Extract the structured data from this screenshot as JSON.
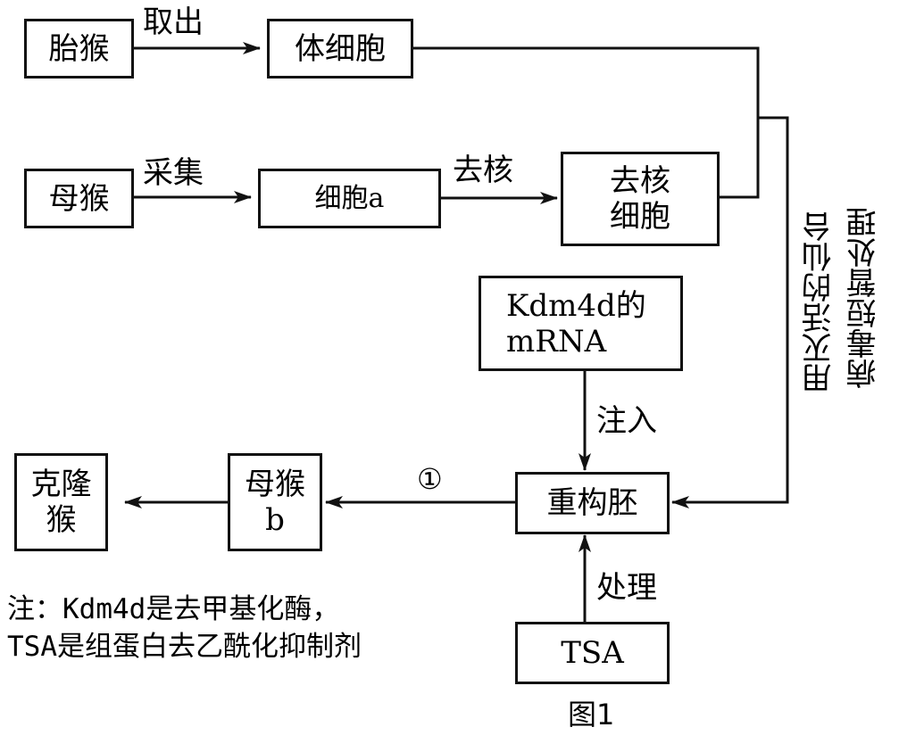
{
  "figure": {
    "caption": "图1",
    "nodes": {
      "fetal_monkey": "胎猴",
      "somatic_cell": "体细胞",
      "mother_monkey": "母猴",
      "cell_a": "细胞a",
      "enucleated_cell_line1": "去核",
      "enucleated_cell_line2": "细胞",
      "kdm4d_mrna_line1": "Kdm4d的",
      "kdm4d_mrna_line2": "mRNA",
      "reconstructed_embryo": "重构胚",
      "mother_monkey_b_line1": "母猴",
      "mother_monkey_b_line2": "b",
      "cloned_monkey_line1": "克隆",
      "cloned_monkey_line2": "猴",
      "tsa": "TSA"
    },
    "edge_labels": {
      "extract": "取出",
      "collect": "采集",
      "enucleate": "去核",
      "inject": "注入",
      "treat": "处理",
      "step1": "①",
      "virus_treatment_line1": "用灭活的仙台",
      "virus_treatment_line2": "病毒短暂处理"
    },
    "note": {
      "line1": "注：Kdm4d是去甲基化酶，",
      "line2": "TSA是组蛋白去乙酰化抑制剂"
    }
  }
}
